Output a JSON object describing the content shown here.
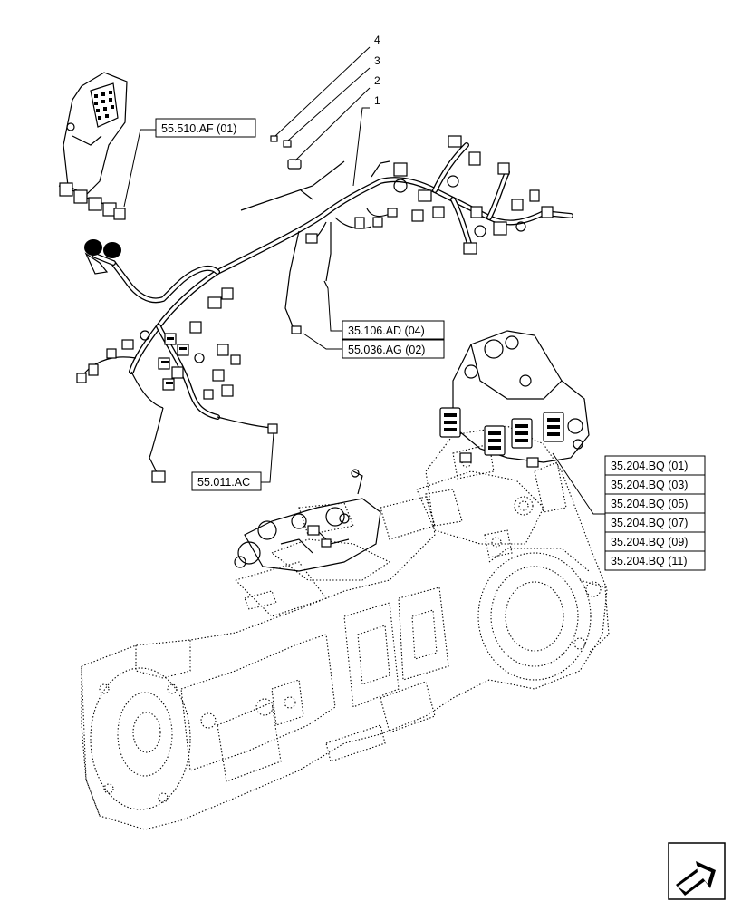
{
  "callouts": [
    "4",
    "3",
    "2",
    "1"
  ],
  "references": {
    "r1": "55.510.AF (01)",
    "r2": "35.106.AD (04)",
    "r3": "55.036.AG (02)",
    "r4": "55.011.AC",
    "group": [
      "35.204.BQ (01)",
      "35.204.BQ (03)",
      "35.204.BQ (05)",
      "35.204.BQ (07)",
      "35.204.BQ (09)",
      "35.204.BQ (11)"
    ]
  },
  "icons": {
    "nav": "arrow-icon"
  }
}
